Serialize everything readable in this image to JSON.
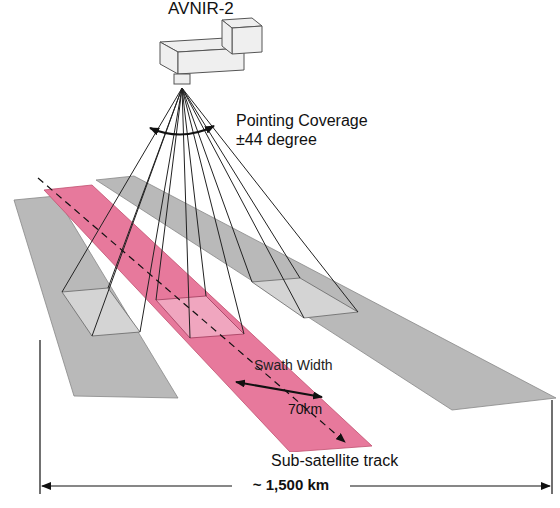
{
  "diagram": {
    "labels": [
      "AVNIR-2",
      "Pointing Coverage",
      "±44 degree",
      "Swath Width",
      "70km",
      "Sub-satellite track",
      "~ 1,500 km"
    ]
  }
}
